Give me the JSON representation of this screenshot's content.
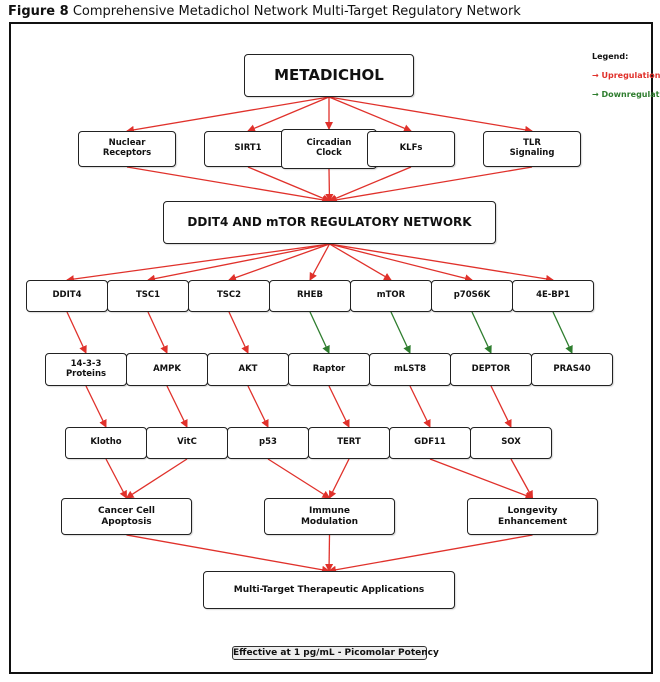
{
  "figure": {
    "label": "Figure 8",
    "title": "Comprehensive Metadichol Network Multi-Target Regulatory Network"
  },
  "colors": {
    "upregulation": "#e0312b",
    "downregulation": "#2e7d2e"
  },
  "legend": {
    "title": "Legend:",
    "upregulation": "→ Upregulation",
    "downregulation": "→ Downregulation"
  },
  "nodes": {
    "metadichol": "METADICHOL",
    "nuclear_receptors": "Nuclear\nReceptors",
    "sirt1": "SIRT1",
    "circadian_clock": "Circadian\nClock",
    "klfs": "KLFs",
    "tlr_signaling": "TLR\nSignaling",
    "ddit4_mtor_network": "DDIT4 AND mTOR REGULATORY NETWORK",
    "ddit4": "DDIT4",
    "tsc1": "TSC1",
    "tsc2": "TSC2",
    "rheb": "RHEB",
    "mtor": "mTOR",
    "p70s6k": "p70S6K",
    "eif4ebp1": "4E-BP1",
    "proteins_14_3_3": "14-3-3\nProteins",
    "ampk": "AMPK",
    "akt": "AKT",
    "raptor": "Raptor",
    "mlst8": "mLST8",
    "deptor": "DEPTOR",
    "pras40": "PRAS40",
    "klotho": "Klotho",
    "vitc": "VitC",
    "p53": "p53",
    "tert": "TERT",
    "gdf11": "GDF11",
    "sox": "SOX",
    "cancer_apoptosis": "Cancer Cell\nApoptosis",
    "immune_modulation": "Immune\nModulation",
    "longevity_enhancement": "Longevity\nEnhancement",
    "therapeutic_applications": "Multi-Target Therapeutic Applications"
  },
  "edges": [
    {
      "from": "metadichol",
      "to": "nuclear_receptors",
      "type": "up"
    },
    {
      "from": "metadichol",
      "to": "sirt1",
      "type": "up"
    },
    {
      "from": "metadichol",
      "to": "circadian_clock",
      "type": "up"
    },
    {
      "from": "metadichol",
      "to": "klfs",
      "type": "up"
    },
    {
      "from": "metadichol",
      "to": "tlr_signaling",
      "type": "up"
    },
    {
      "from": "nuclear_receptors",
      "to": "ddit4_mtor_network",
      "type": "up"
    },
    {
      "from": "sirt1",
      "to": "ddit4_mtor_network",
      "type": "up"
    },
    {
      "from": "circadian_clock",
      "to": "ddit4_mtor_network",
      "type": "up"
    },
    {
      "from": "klfs",
      "to": "ddit4_mtor_network",
      "type": "up"
    },
    {
      "from": "tlr_signaling",
      "to": "ddit4_mtor_network",
      "type": "up"
    },
    {
      "from": "ddit4_mtor_network",
      "to": "ddit4",
      "type": "up"
    },
    {
      "from": "ddit4_mtor_network",
      "to": "tsc1",
      "type": "up"
    },
    {
      "from": "ddit4_mtor_network",
      "to": "tsc2",
      "type": "up"
    },
    {
      "from": "ddit4_mtor_network",
      "to": "rheb",
      "type": "up"
    },
    {
      "from": "ddit4_mtor_network",
      "to": "mtor",
      "type": "up"
    },
    {
      "from": "ddit4_mtor_network",
      "to": "p70s6k",
      "type": "up"
    },
    {
      "from": "ddit4_mtor_network",
      "to": "eif4ebp1",
      "type": "up"
    },
    {
      "from": "ddit4",
      "to": "proteins_14_3_3",
      "type": "up"
    },
    {
      "from": "tsc1",
      "to": "ampk",
      "type": "up"
    },
    {
      "from": "tsc2",
      "to": "akt",
      "type": "up"
    },
    {
      "from": "rheb",
      "to": "raptor",
      "type": "down"
    },
    {
      "from": "mtor",
      "to": "mlst8",
      "type": "down"
    },
    {
      "from": "p70s6k",
      "to": "deptor",
      "type": "down"
    },
    {
      "from": "eif4ebp1",
      "to": "pras40",
      "type": "down"
    },
    {
      "from": "proteins_14_3_3",
      "to": "klotho",
      "type": "up"
    },
    {
      "from": "ampk",
      "to": "vitc",
      "type": "up"
    },
    {
      "from": "akt",
      "to": "p53",
      "type": "up"
    },
    {
      "from": "raptor",
      "to": "tert",
      "type": "up"
    },
    {
      "from": "mlst8",
      "to": "gdf11",
      "type": "up"
    },
    {
      "from": "deptor",
      "to": "sox",
      "type": "up"
    },
    {
      "from": "klotho",
      "to": "cancer_apoptosis",
      "type": "up"
    },
    {
      "from": "vitc",
      "to": "cancer_apoptosis",
      "type": "up"
    },
    {
      "from": "p53",
      "to": "immune_modulation",
      "type": "up"
    },
    {
      "from": "tert",
      "to": "immune_modulation",
      "type": "up"
    },
    {
      "from": "gdf11",
      "to": "longevity_enhancement",
      "type": "up"
    },
    {
      "from": "sox",
      "to": "longevity_enhancement",
      "type": "up"
    },
    {
      "from": "cancer_apoptosis",
      "to": "therapeutic_applications",
      "type": "up"
    },
    {
      "from": "immune_modulation",
      "to": "therapeutic_applications",
      "type": "up"
    },
    {
      "from": "longevity_enhancement",
      "to": "therapeutic_applications",
      "type": "up"
    }
  ],
  "footer": "Effective at 1 pg/mL - Picomolar Potency"
}
